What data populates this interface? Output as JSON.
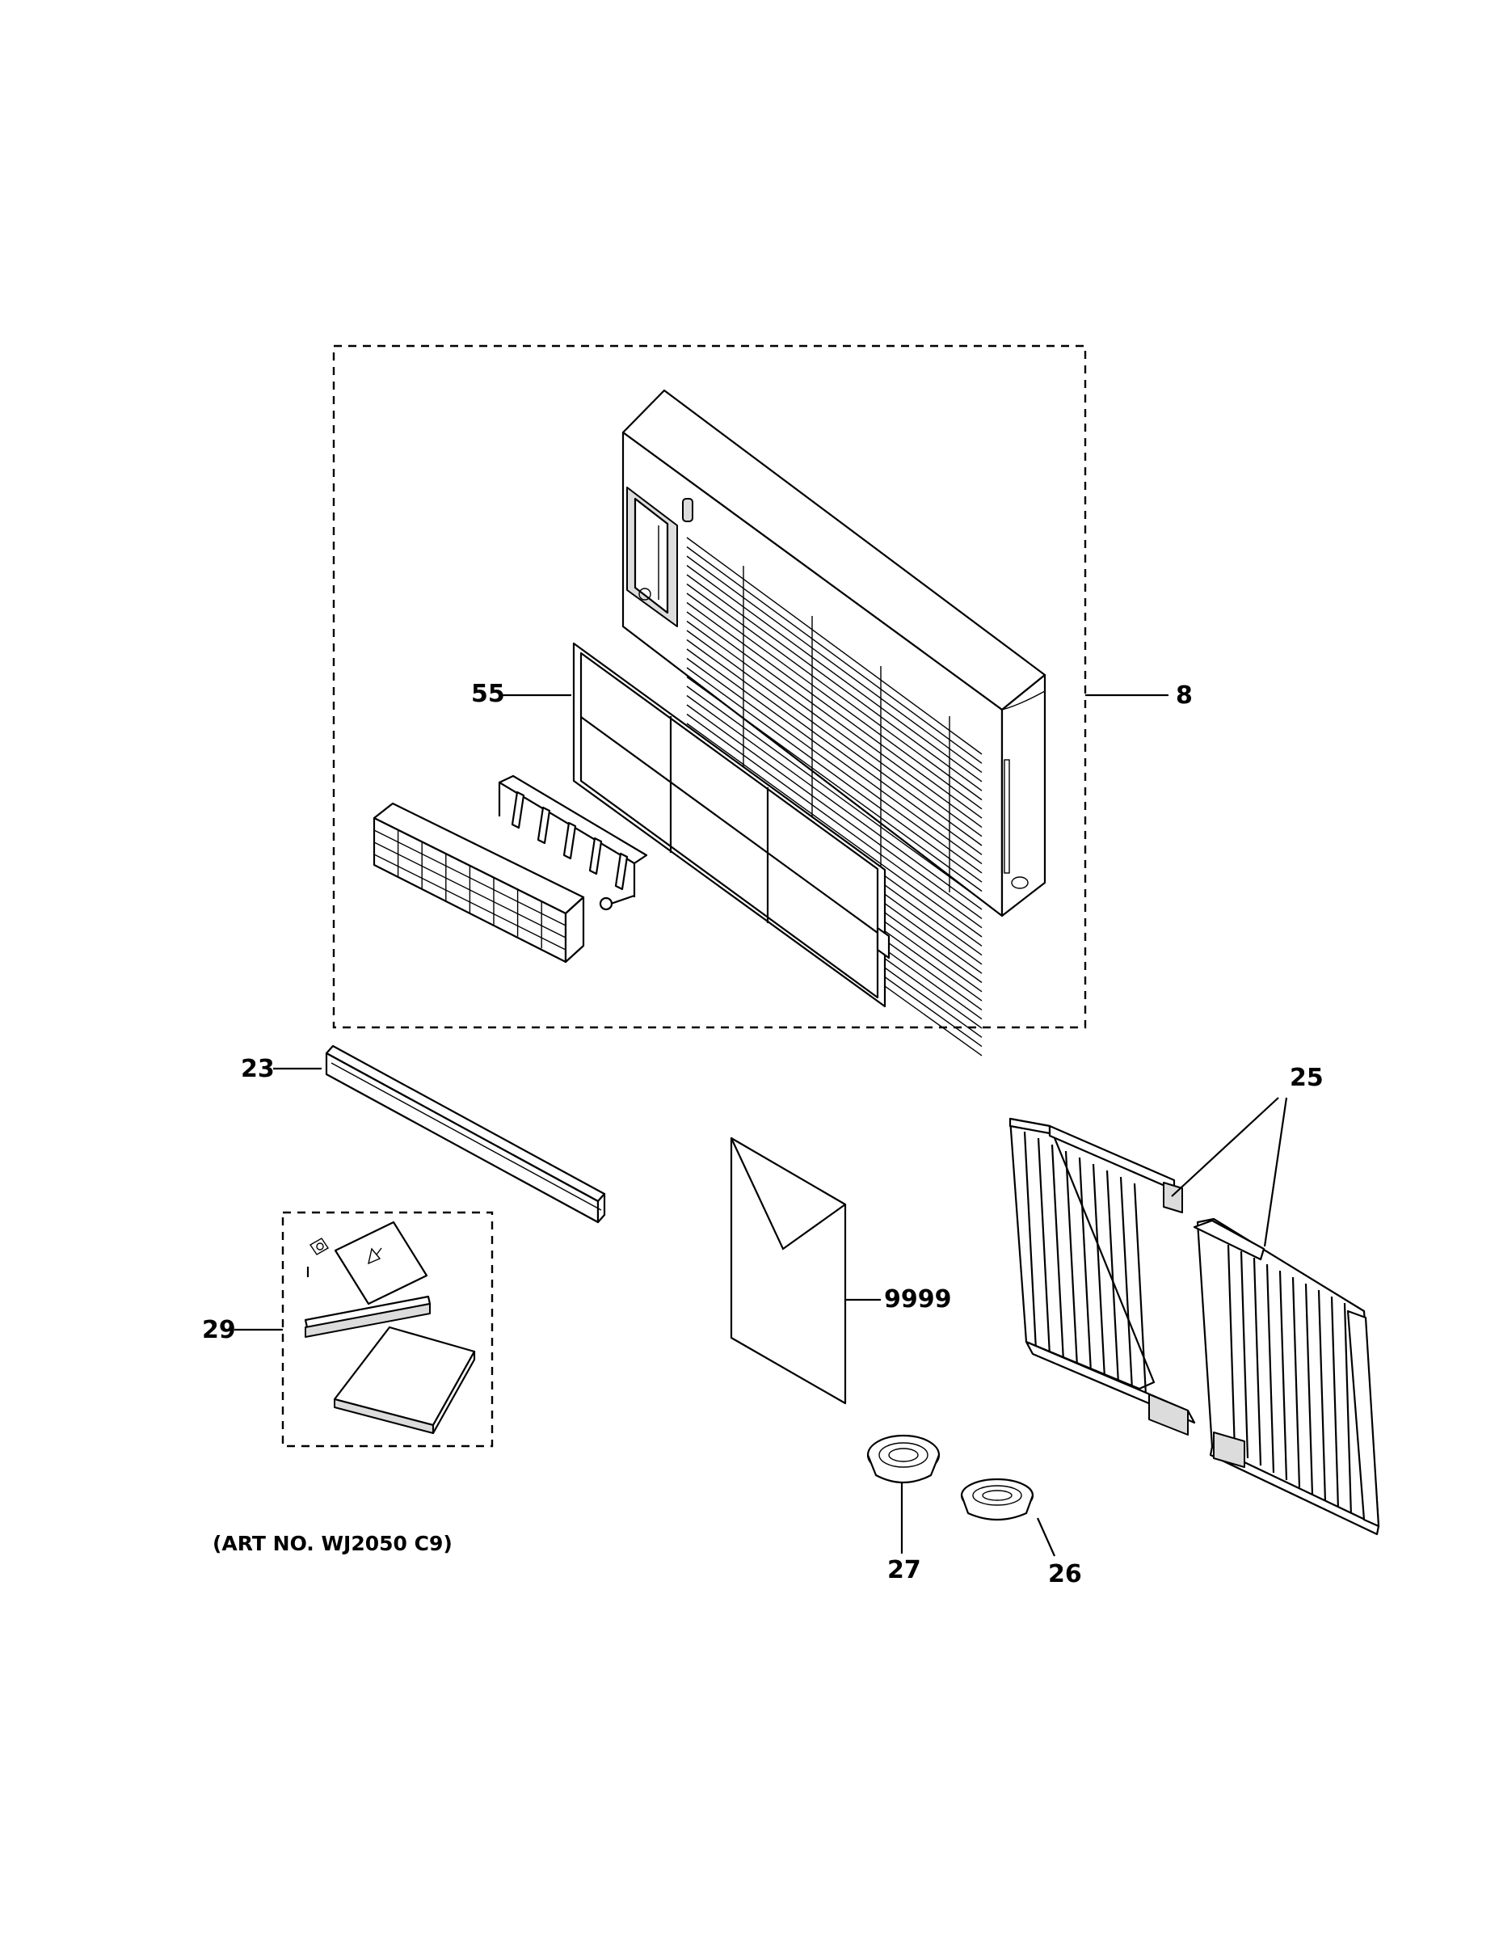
{
  "callouts": {
    "c8": "8",
    "c55": "55",
    "c23": "23",
    "c25": "25",
    "c29": "29",
    "c9999": "9999",
    "c27": "27",
    "c26": "26"
  },
  "art_number": "(ART NO. WJ2050 C9)"
}
